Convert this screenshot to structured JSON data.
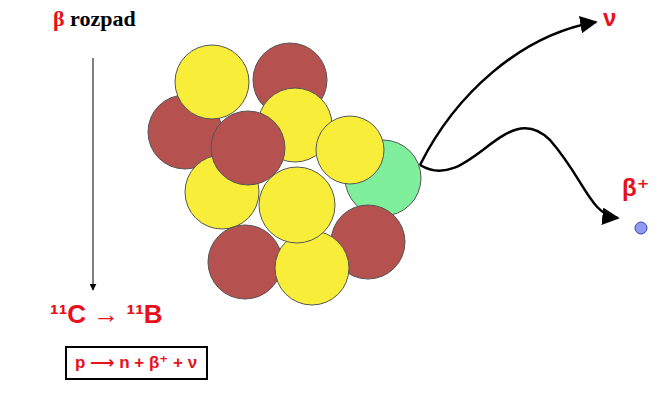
{
  "diagram": {
    "title": "β rozpad",
    "nodes": [
      {
        "text": [
          "p ⟶ n + β⁺ + ν"
        ]
      }
    ],
    "labels": [
      "¹¹C → ¹¹B",
      "ν",
      "β⁺"
    ]
  }
}
